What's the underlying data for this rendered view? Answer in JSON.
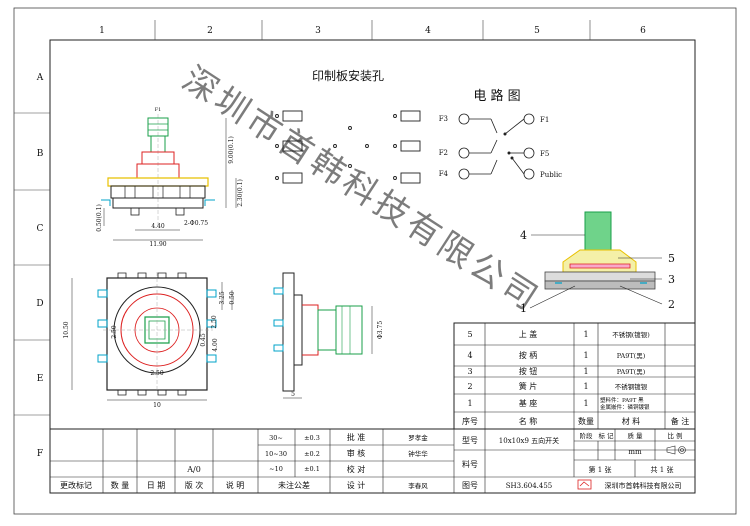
{
  "frame": {
    "cols": [
      "1",
      "2",
      "3",
      "4",
      "5",
      "6"
    ],
    "rows": [
      "A",
      "B",
      "C",
      "D",
      "E",
      "F"
    ]
  },
  "watermark": "深圳市首韩科技有限公司",
  "titles": {
    "pcb_holes": "印制板安装孔",
    "circuit": "电 路 图"
  },
  "circuit": {
    "left_terminals": [
      "F3",
      "F2",
      "F4"
    ],
    "right_terminals": [
      "F1",
      "F5",
      "Public"
    ]
  },
  "dimensions": {
    "f1": "F1",
    "h_total": "9.00(0.1)",
    "h_body": "2.30(0.1)",
    "pin_w": "0.50(0.1)",
    "pin_pitch": "2-Φ0.75",
    "w_440": "4.40",
    "w_1190": "11.90",
    "pitch_a": "3.25",
    "pitch_b": "0.50",
    "pitch_c": "2.50",
    "d_250": "2.50",
    "d_045": "0.45",
    "d_400": "4.00",
    "w_10": "10",
    "h_1050": "10.50",
    "shaft_dia": "Φ3.75",
    "d_5": "5",
    "bottom_250": "2.50"
  },
  "section_callouts": [
    "4",
    "5",
    "3",
    "1",
    "2"
  ],
  "bom": {
    "rows": [
      {
        "no": "5",
        "name": "上 盖",
        "qty": "1",
        "material": "不锈钢(镀银)"
      },
      {
        "no": "4",
        "name": "按 柄",
        "qty": "1",
        "material": "PA9T(黑)"
      },
      {
        "no": "3",
        "name": "按 钮",
        "qty": "1",
        "material": "PA9T(黑)"
      },
      {
        "no": "2",
        "name": "簧 片",
        "qty": "1",
        "material": "不锈钢镀银"
      },
      {
        "no": "1",
        "name": "基 座",
        "qty": "1",
        "material_line1": "塑料件：PA9T 黑",
        "material_line2": "金属嵌件：磷铜镀银"
      }
    ],
    "header": {
      "no": "序号",
      "name": "名 称",
      "qty": "数量",
      "material": "材 料",
      "remark": "备 注"
    }
  },
  "title_block": {
    "model_label": "型号",
    "model_value": "10x10x9 五向开关",
    "stage_label": "阶段",
    "mark_label": "标 记",
    "weight_label": "质 量",
    "scale_label": "比 例",
    "unit": "mm",
    "part_label": "料号",
    "drawing_label": "图号",
    "drawing_value": "SH3.604.455",
    "sheet_text1": "第 1 张",
    "sheet_text2": "共 1 张",
    "company": "深圳市首韩科技有限公司"
  },
  "tolerance": {
    "rows": [
      {
        "range": "30~",
        "tol": "±0.3"
      },
      {
        "range": "10~30",
        "tol": "±0.2"
      },
      {
        "range": "~10",
        "tol": "±0.1"
      }
    ],
    "unspecified": "未注公差"
  },
  "approval": {
    "rows": [
      {
        "role": "批 准",
        "name": "罗孝金"
      },
      {
        "role": "审 核",
        "name": "钟华华"
      },
      {
        "role": "校 对",
        "name": ""
      },
      {
        "role": "设 计",
        "name": "李春风"
      }
    ]
  },
  "revision": {
    "version": "A/0",
    "headers": [
      "更改标记",
      "数 量",
      "日 期",
      "版 次",
      "说 明"
    ]
  }
}
